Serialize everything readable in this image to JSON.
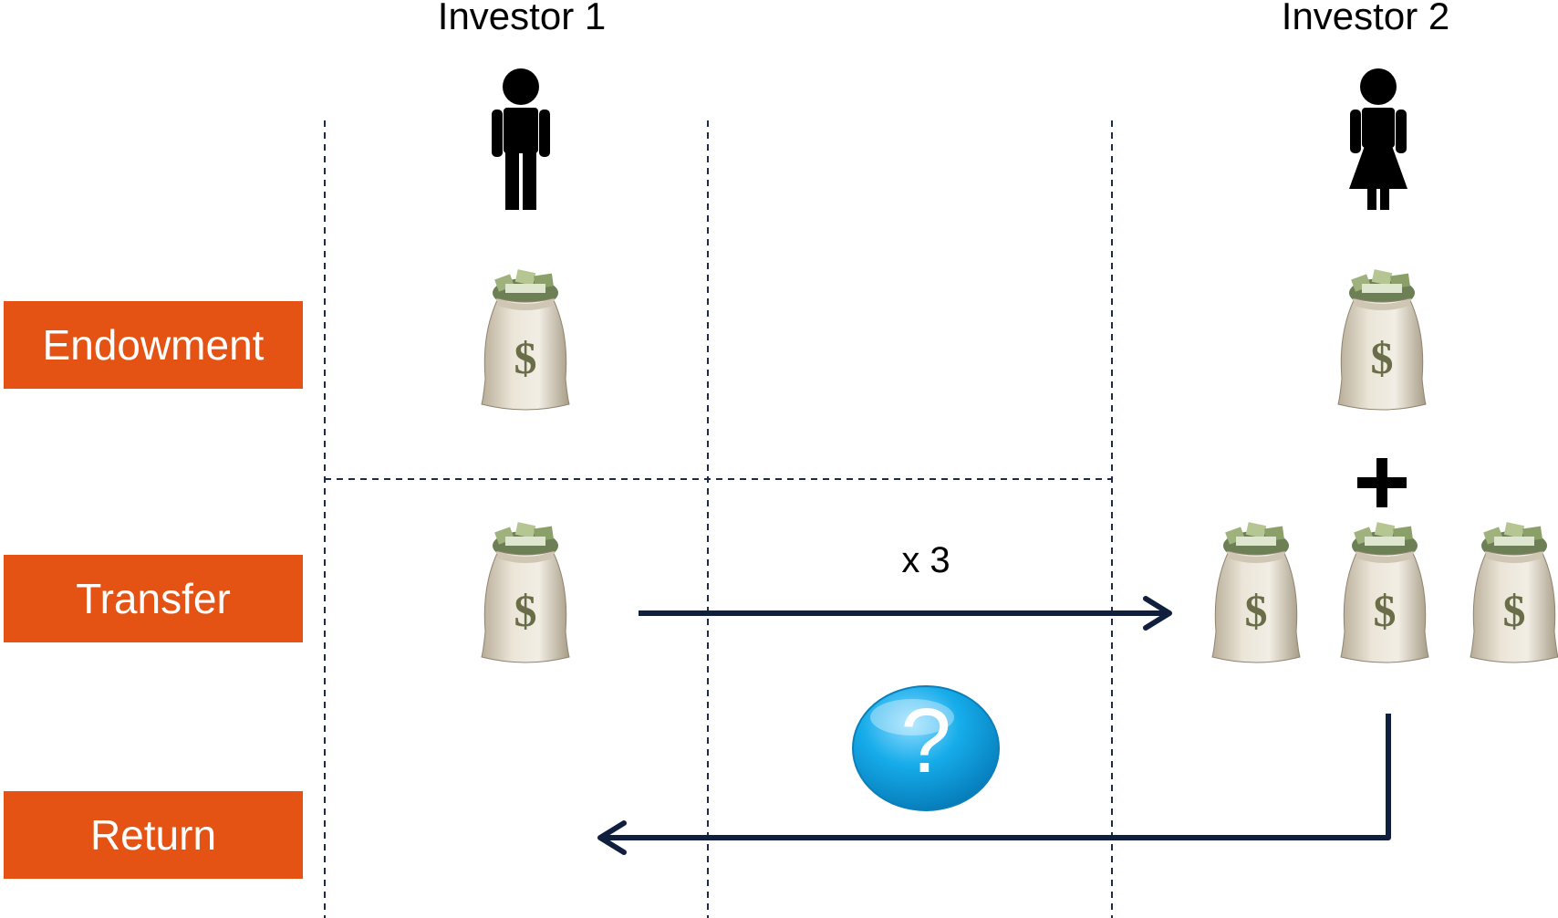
{
  "investors": [
    {
      "label": "Investor 1",
      "figure": "man-icon"
    },
    {
      "label": "Investor 2",
      "figure": "woman-icon"
    }
  ],
  "rows": [
    {
      "label": "Endowment"
    },
    {
      "label": "Transfer"
    },
    {
      "label": "Return"
    }
  ],
  "transfer": {
    "multiplier_label": "x 3"
  },
  "return_step": {
    "symbol": "?"
  },
  "colors": {
    "row_label_bg": "#e55314",
    "arrow": "#0f1f3d",
    "question_bubble": "#12a9e6",
    "divider": "#1d2a4a"
  }
}
